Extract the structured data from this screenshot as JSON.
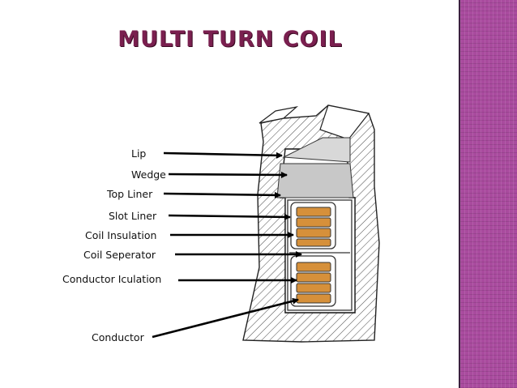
{
  "title": "MULTI TURN COIL",
  "labels": {
    "lip": "Lip",
    "wedge": "Wedge",
    "top_liner": "Top Liner",
    "slot_liner": "Slot Liner",
    "coil_insulation": "Coil Insulation",
    "coil_separator": "Coil Seperator",
    "conductor_insulation": "Conductor Iculation",
    "conductor": "Conductor"
  },
  "colors": {
    "title": "#7a1f4f",
    "accent_band": "#a94b9e",
    "conductor_fill": "#d6903a",
    "wedge_fill": "#cfcfcf",
    "hatch": "#555555"
  }
}
